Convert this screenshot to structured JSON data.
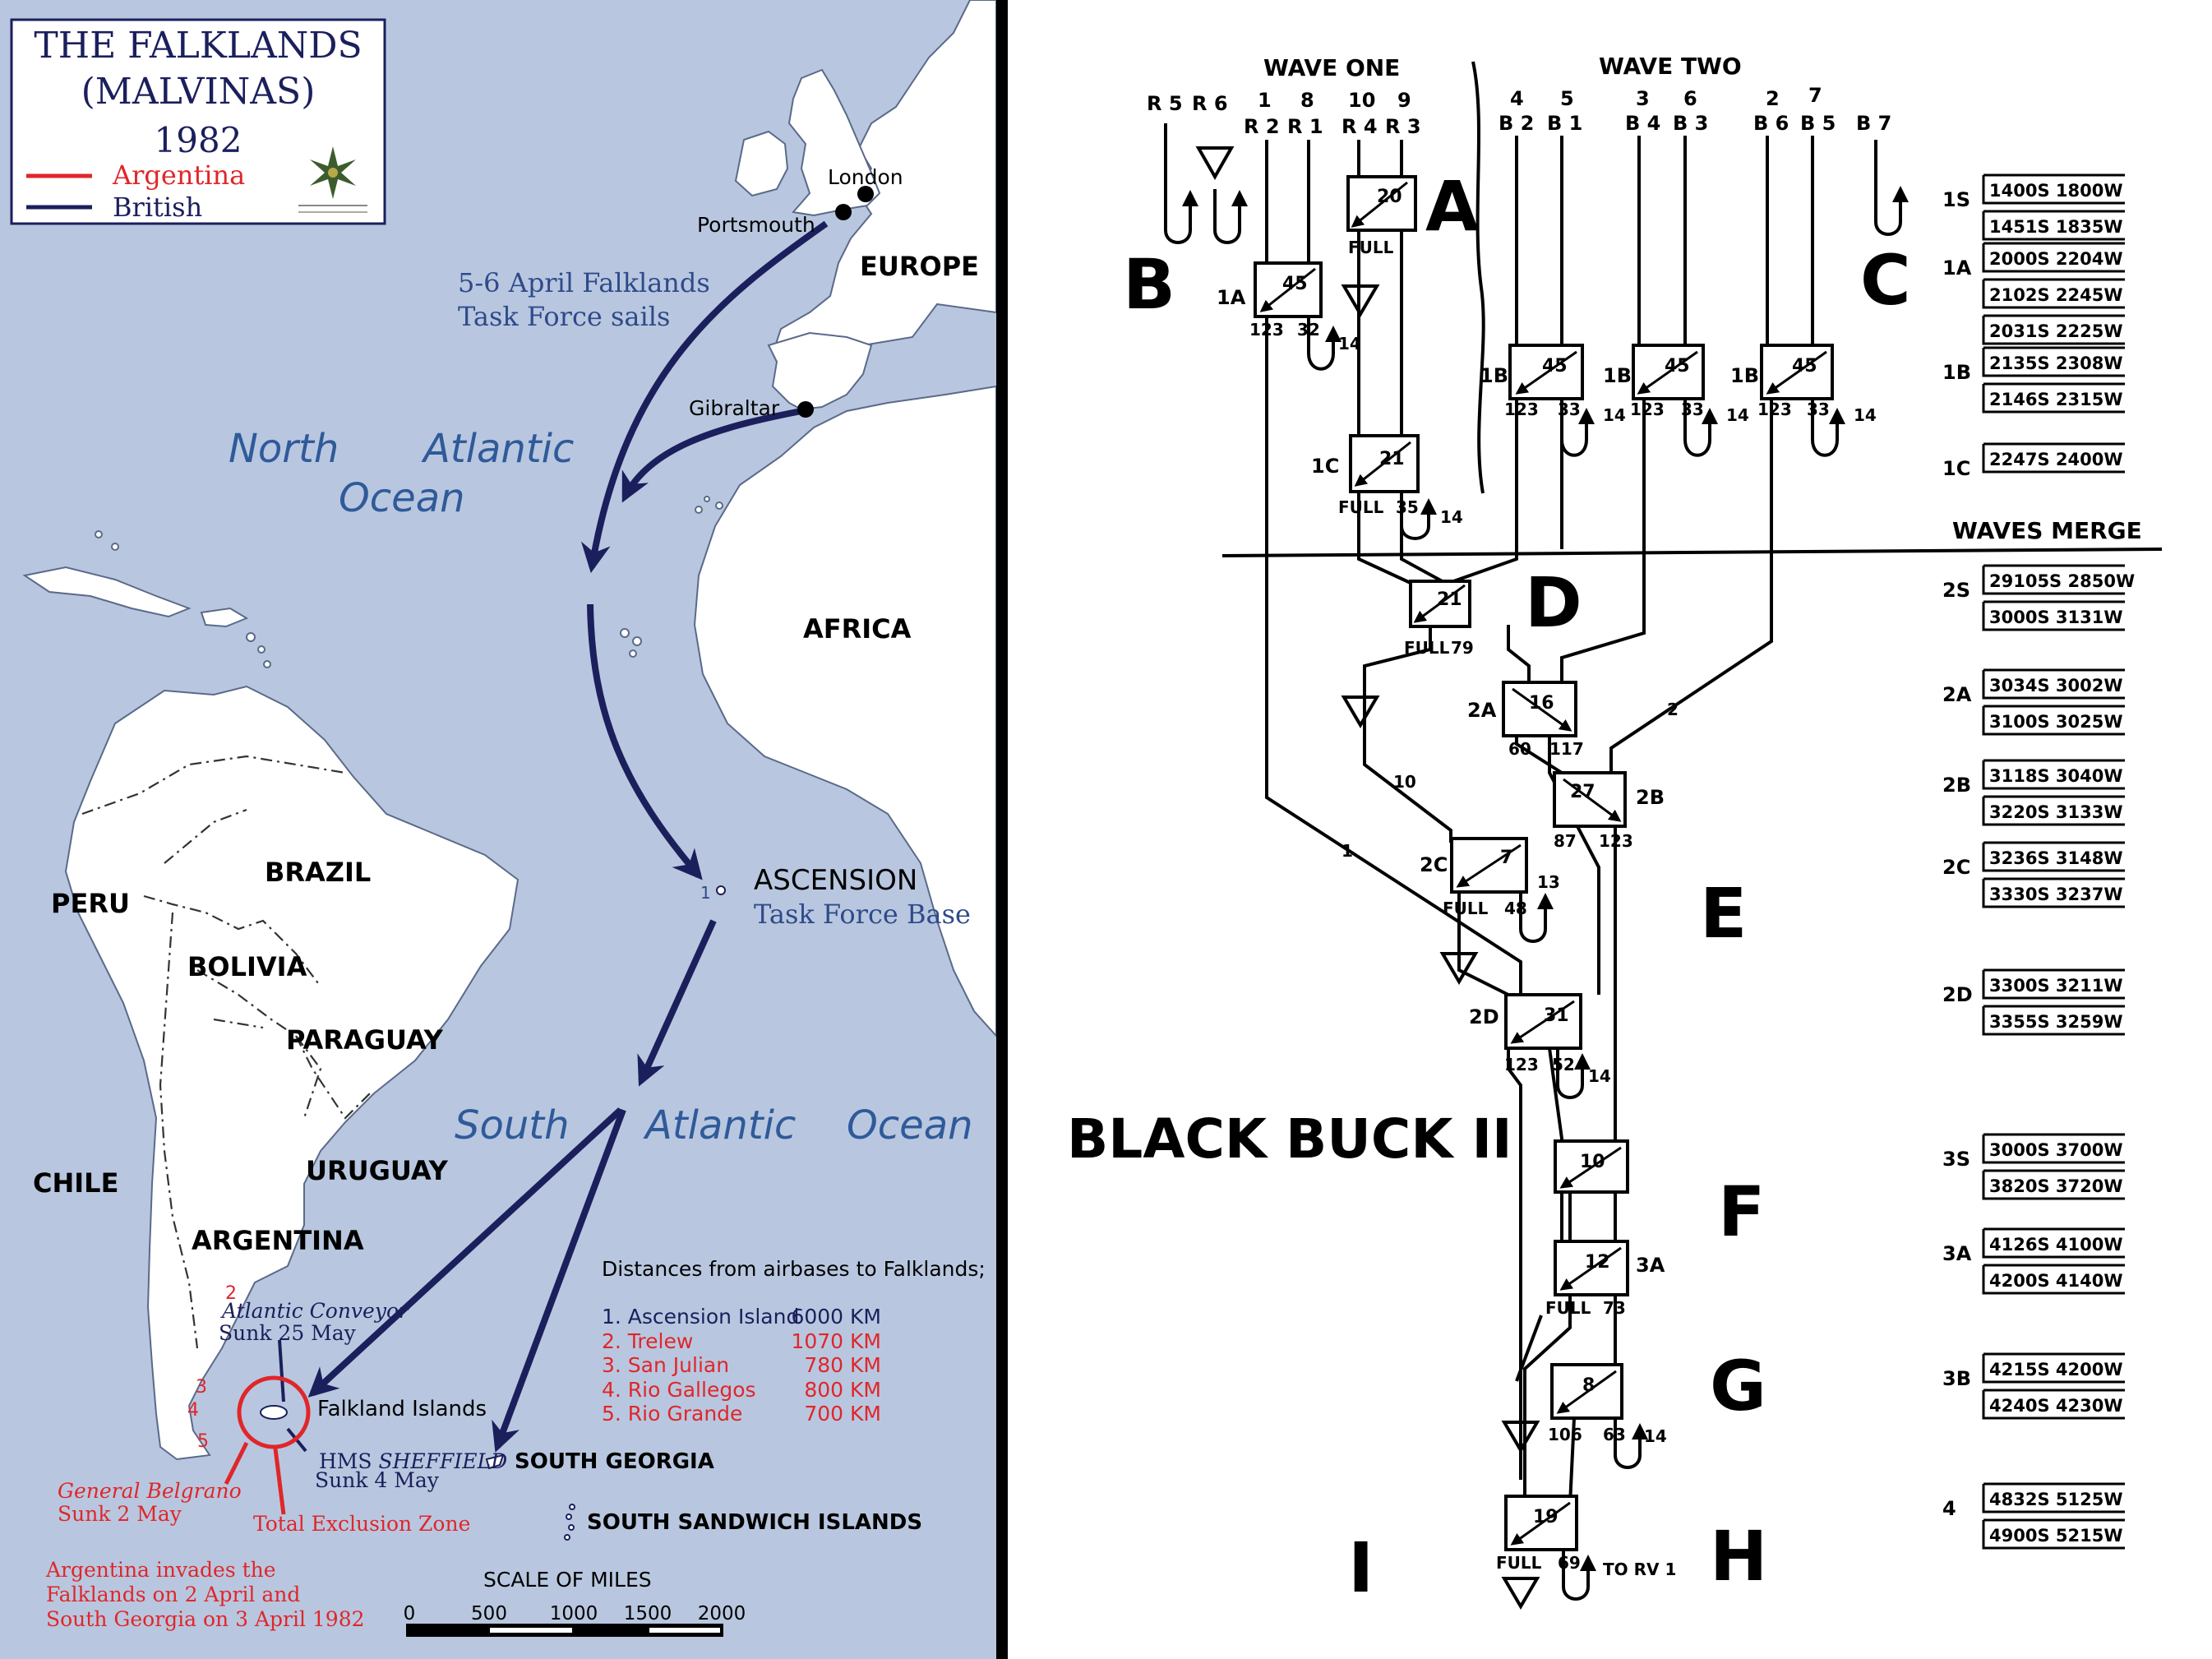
{
  "colors": {
    "sea": "#b8c7df",
    "land": "#ffffff",
    "british": "#1b1f5c",
    "argentina": "#e0262a",
    "ocean_label": "#2f5a9a",
    "divider": "#000000"
  },
  "map": {
    "legend": {
      "title_line1": "THE FALKLANDS",
      "title_line2": "(MALVINAS)",
      "year": "1982",
      "argentina": "Argentina",
      "british": "British",
      "emblem_icon": "compass-star-emblem"
    },
    "places": {
      "london": "London",
      "portsmouth": "Portsmouth",
      "europe": "EUROPE",
      "gibraltar": "Gibraltar",
      "africa": "AFRICA",
      "north_atlantic_1": "North",
      "north_atlantic_2": "Atlantic",
      "north_atlantic_3": "Ocean",
      "south_atlantic_1": "South",
      "south_atlantic_2": "Atlantic",
      "south_atlantic_3": "Ocean",
      "brazil": "BRAZIL",
      "peru": "PERU",
      "bolivia": "BOLIVIA",
      "paraguay": "PARAGUAY",
      "chile": "CHILE",
      "uruguay": "URUGUAY",
      "argentina": "ARGENTINA",
      "falklands": "Falkland Islands",
      "south_georgia": "SOUTH GEORGIA",
      "south_sandwich": "SOUTH SANDWICH ISLANDS"
    },
    "task_force_line1": "5-6 April Falklands",
    "task_force_line2": "Task Force sails",
    "ascension_title": "ASCENSION",
    "ascension_sub": "Task Force Base",
    "ascension_num": "1",
    "atlantic_conveyor_line1": "Atlantic Conveyor",
    "atlantic_conveyor_line2": "Sunk 25 May",
    "hms_prefix": "HMS ",
    "hms_name": "SHEFFIELD",
    "hms_sunk": "Sunk 4 May",
    "belgrano_line1": "General Belgrano",
    "belgrano_line2": "Sunk 2 May",
    "exclusion_zone": "Total Exclusion Zone",
    "invasion_note": [
      "Argentina invades the",
      "Falklands on 2 April and",
      "South Georgia on 3 April 1982"
    ],
    "airbase_markers": [
      "2",
      "3",
      "4",
      "5"
    ],
    "distances_title": "Distances from airbases to Falklands;",
    "distances": [
      {
        "name": "1. Ascension Island",
        "km": "6000 KM"
      },
      {
        "name": "2. Trelew",
        "km": "1070 KM"
      },
      {
        "name": "3. San Julian",
        "km": "780 KM"
      },
      {
        "name": "4. Rio Gallegos",
        "km": "800 KM"
      },
      {
        "name": "5. Rio Grande",
        "km": "700 KM"
      }
    ],
    "scale_title": "SCALE OF MILES",
    "scale_ticks": [
      "0",
      "500",
      "1000",
      "1500",
      "2000"
    ]
  },
  "diagram": {
    "title": "BLACK BUCK II",
    "wave_one": "WAVE ONE",
    "wave_two": "WAVE TWO",
    "waves_merge": "WAVES MERGE",
    "full": "FULL",
    "to_rv": "TO RV 1",
    "section_letters": [
      "A",
      "B",
      "C",
      "D",
      "E",
      "F",
      "G",
      "H",
      "I"
    ],
    "top_labels": {
      "r5": "R 5",
      "r6": "R 6",
      "n1": "1",
      "n8": "8",
      "r2": "R 2",
      "r1": "R 1",
      "n10": "10",
      "n9": "9",
      "r4": "R 4",
      "r3": "R 3",
      "n4": "4",
      "n5": "5",
      "b2": "B 2",
      "b1": "B 1",
      "n3": "3",
      "n6": "6",
      "b4": "B 4",
      "b3": "B 3",
      "n2": "2",
      "n7": "7",
      "b6": "B 6",
      "b5": "B 5",
      "b7": "B 7"
    },
    "boxes": {
      "w20": "20",
      "w45a": "45",
      "w21a": "21",
      "w45b": "45",
      "w45c": "45",
      "w45d": "45",
      "w21d": "21",
      "w16": "16",
      "w27": "27",
      "w7": "7",
      "w31": "31",
      "w10": "10",
      "w12": "12",
      "w8": "8",
      "w19": "19"
    },
    "stage_labels": {
      "s1A": "1A",
      "s1C": "1C",
      "s1B_a": "1B",
      "s1B_b": "1B",
      "s1B_c": "1B",
      "s2A": "2A",
      "s2B": "2B",
      "s2C": "2C",
      "s2D": "2D",
      "s3A": "3A"
    },
    "small_labels": {
      "a123": "123",
      "a32": "32",
      "a14": "14",
      "c35": "35",
      "c14": "14",
      "b123a": "123",
      "b33a": "33",
      "b14a": "14",
      "b123b": "123",
      "b33b": "33",
      "b14b": "14",
      "b123c": "123",
      "b33c": "33",
      "b14c": "14",
      "d79": "79",
      "e60": "60",
      "e117": "117",
      "e87": "87",
      "e123": "123",
      "l10": "10",
      "l2": "2",
      "l1": "1",
      "f48": "48",
      "f13": "13",
      "g123": "123",
      "g52": "52",
      "g14": "14",
      "h73": "73",
      "i106": "106",
      "i63": "63",
      "i14": "14",
      "j69": "69"
    },
    "coordinates": [
      {
        "group": "1S",
        "lines": [
          "1400S 1800W",
          "1451S 1835W"
        ]
      },
      {
        "group": "1A",
        "lines": [
          "2000S 2204W",
          "2102S 2245W",
          "2031S 2225W"
        ]
      },
      {
        "group": "1B",
        "lines": [
          "2135S 2308W",
          "2146S 2315W"
        ]
      },
      {
        "group": "1C",
        "lines": [
          "2247S 2400W"
        ]
      },
      {
        "group": "2S",
        "lines": [
          "29105S 2850W",
          "3000S 3131W"
        ]
      },
      {
        "group": "2A",
        "lines": [
          "3034S 3002W",
          "3100S 3025W"
        ]
      },
      {
        "group": "2B",
        "lines": [
          "3118S 3040W",
          "3220S 3133W"
        ]
      },
      {
        "group": "2C",
        "lines": [
          "3236S 3148W",
          "3330S 3237W"
        ]
      },
      {
        "group": "2D",
        "lines": [
          "3300S 3211W",
          "3355S 3259W"
        ]
      },
      {
        "group": "3S",
        "lines": [
          "3000S 3700W",
          "3820S 3720W"
        ]
      },
      {
        "group": "3A",
        "lines": [
          "4126S 4100W",
          "4200S 4140W"
        ]
      },
      {
        "group": "3B",
        "lines": [
          "4215S 4200W",
          "4240S 4230W"
        ]
      },
      {
        "group": "4",
        "lines": [
          "4832S 5125W",
          "4900S 5215W"
        ]
      }
    ]
  }
}
